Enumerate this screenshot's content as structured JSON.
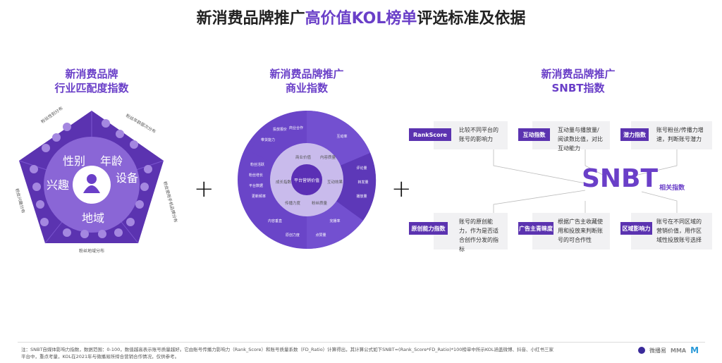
{
  "title": {
    "part1": "新消费品牌推广",
    "highlight": "高价值KOL榜单",
    "part2": "评选标准及依据"
  },
  "sections": [
    {
      "line1": "新消费品牌",
      "line2": "行业匹配度指数"
    },
    {
      "line1": "新消费品牌推广",
      "line2": "商业指数"
    },
    {
      "line1": "新消费品牌推广",
      "line2": "SNBT指数"
    }
  ],
  "pentagon": {
    "segments": [
      "性别",
      "年龄",
      "设备",
      "地域",
      "兴趣"
    ],
    "edge_labels": [
      "粉丝性别分布",
      "粉丝年龄层次分布",
      "粉丝使用手机品牌分布",
      "粉丝地域分布",
      "粉丝兴趣分布"
    ]
  },
  "wheel": {
    "center": "平台营销价值",
    "inner": [
      "商业价值",
      "内容质量",
      "互动效果",
      "粉丝质量",
      "传播力度",
      "成长指数"
    ],
    "outer": [
      "投放报价",
      "商业合作",
      "带货能力",
      "粉丝活跃",
      "粉丝增长",
      "平台数据",
      "互动率",
      "评论量",
      "转发量",
      "播放量",
      "完播率",
      "点赞量",
      "原创力度",
      "内容垂直",
      "更新频率"
    ]
  },
  "plus_sign": "+",
  "snbt": {
    "logo": "SNBT",
    "sub": "相关指数",
    "items": [
      {
        "tag": "RankScore",
        "desc": "比较不同平台的账号的影响力"
      },
      {
        "tag": "互动指数",
        "desc": "互动量与播放量/阅读数比值，对比互动能力"
      },
      {
        "tag": "潜力指数",
        "desc": "账号粉丝/传播力增速，判断账号潜力"
      },
      {
        "tag": "原创能力指数",
        "desc": "账号的原创能力，作为是否适合创作分发的指标"
      },
      {
        "tag": "广告主青睐度",
        "desc": "根据广告主收藏使用和投放来判断账号的可合作性"
      },
      {
        "tag": "区域影响力",
        "desc": "账号在不同区域的营销价值，用作区域性投放账号选择"
      }
    ]
  },
  "footer": {
    "note": "注：SNBT自媒体影响力指数，数据范围：0-100，数值越高表示账号质量越好。它由账号传播力影响力（Rank_Score）和账号质量系数（FD_Ratio）计算得出，其计算公式如下SNBT=(Rank_Score*FD_Ratio)*100榜单中所示KOL涵盖微博、抖音、小红书三家平台中，重点考量，KOL在2021年与微播易所缔合营销合作情况，仅供参考。",
    "logos": [
      "微播易",
      "MMA"
    ]
  },
  "colors": {
    "accent": "#6a3fc8",
    "dark": "#5b33b0",
    "light": "#8a66d6"
  }
}
